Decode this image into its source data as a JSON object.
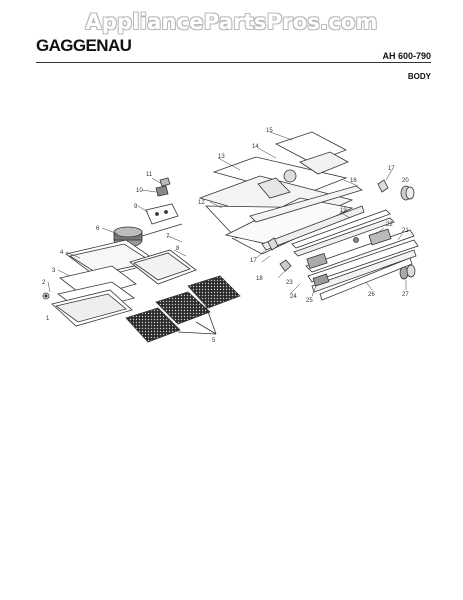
{
  "watermark": "AppliancePartsPros.com",
  "header": {
    "brand": "GAGGENAU",
    "model": "AH 600-790",
    "section": "BODY"
  },
  "callouts": [
    {
      "id": "c1",
      "label": "1"
    },
    {
      "id": "c2",
      "label": "2"
    },
    {
      "id": "c3",
      "label": "3"
    },
    {
      "id": "c4",
      "label": "4"
    },
    {
      "id": "c5",
      "label": "5"
    },
    {
      "id": "c6",
      "label": "6"
    },
    {
      "id": "c7",
      "label": "7"
    },
    {
      "id": "c8",
      "label": "8"
    },
    {
      "id": "c9",
      "label": "9"
    },
    {
      "id": "c10",
      "label": "10"
    },
    {
      "id": "c11",
      "label": "11"
    },
    {
      "id": "c12",
      "label": "12"
    },
    {
      "id": "c13",
      "label": "13"
    },
    {
      "id": "c14",
      "label": "14"
    },
    {
      "id": "c15",
      "label": "15"
    },
    {
      "id": "c16",
      "label": "16"
    },
    {
      "id": "c17a",
      "label": "17"
    },
    {
      "id": "c17b",
      "label": "17"
    },
    {
      "id": "c18",
      "label": "18"
    },
    {
      "id": "c19",
      "label": "19"
    },
    {
      "id": "c20",
      "label": "20"
    },
    {
      "id": "c21",
      "label": "21"
    },
    {
      "id": "c22",
      "label": "22"
    },
    {
      "id": "c23",
      "label": "23"
    },
    {
      "id": "c24",
      "label": "24"
    },
    {
      "id": "c25",
      "label": "25"
    },
    {
      "id": "c26",
      "label": "26"
    },
    {
      "id": "c27",
      "label": "27"
    }
  ]
}
